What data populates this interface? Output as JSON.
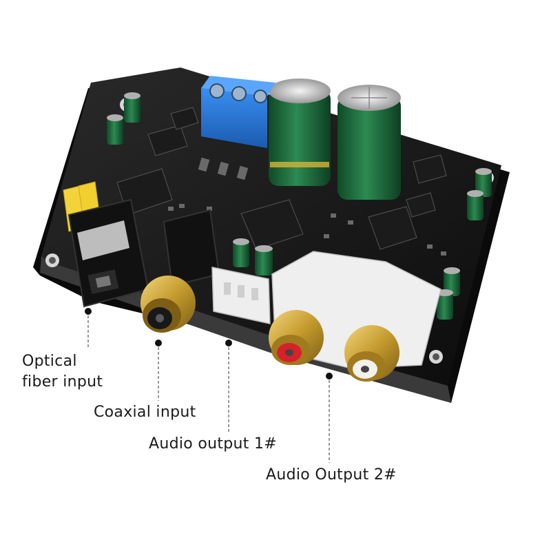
{
  "labels": {
    "optical_line1": "Optical",
    "optical_line2": "fiber input",
    "coaxial": "Coaxial input",
    "audio_out_1": "Audio output 1#",
    "audio_out_2": "Audio Output 2#"
  },
  "colors": {
    "pcb": "#141414",
    "capacitor": "#1f6b3c",
    "terminal_block": "#1f6fcf",
    "gold": "#c9a23a",
    "rca_red": "#d8202a",
    "rca_white": "#f4f1ea",
    "connector_white": "#eeeeee",
    "film_cap": "#f2d43a"
  }
}
